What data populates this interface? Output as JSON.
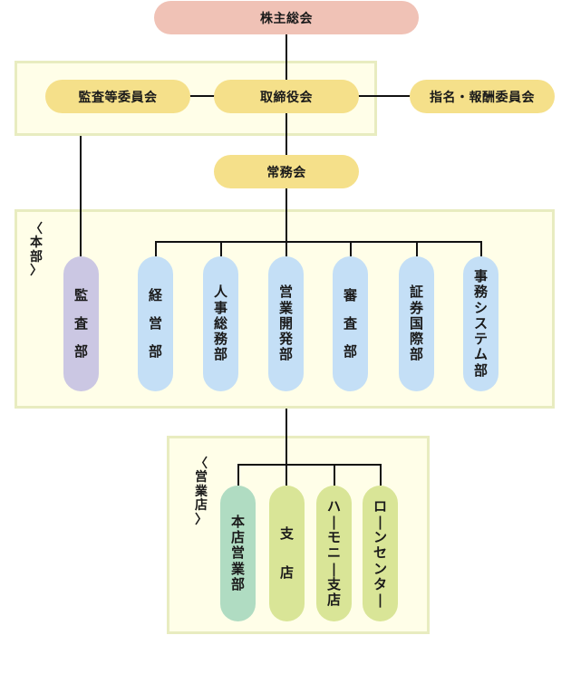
{
  "colors": {
    "shareholders": "#f0c2b6",
    "board_group": "#f5e08a",
    "audit_dept": "#cbc7e3",
    "hq_dept": "#c4dff6",
    "main_branch": "#b0dcc2",
    "branches": "#d9e597",
    "panel_bg": "#fffee8",
    "panel_border": "#e8ecc0"
  },
  "nodes": {
    "shareholders_meeting": "株主総会",
    "audit_committee": "監査等委員会",
    "board_of_directors": "取締役会",
    "nomination_committee": "指名・報酬委員会",
    "executive_committee": "常務会"
  },
  "headquarters": {
    "label": [
      "〈",
      "本",
      "部",
      "〉"
    ],
    "departments": [
      {
        "name": "監査部",
        "chars": [
          "監",
          "査",
          "部"
        ]
      },
      {
        "name": "経営部",
        "chars": [
          "経",
          "営",
          "部"
        ]
      },
      {
        "name": "人事総務部",
        "chars": [
          "人",
          "事",
          "総",
          "務",
          "部"
        ]
      },
      {
        "name": "営業開発部",
        "chars": [
          "営",
          "業",
          "開",
          "発",
          "部"
        ]
      },
      {
        "name": "審査部",
        "chars": [
          "審",
          "査",
          "部"
        ]
      },
      {
        "name": "証券国際部",
        "chars": [
          "証",
          "券",
          "国",
          "際",
          "部"
        ]
      },
      {
        "name": "事務システム部",
        "chars": [
          "事",
          "務",
          "シ",
          "ス",
          "テ",
          "ム",
          "部"
        ]
      }
    ]
  },
  "branches": {
    "label": [
      "〈",
      "営",
      "業",
      "店",
      "〉"
    ],
    "units": [
      {
        "name": "本店営業部",
        "chars": [
          "本",
          "店",
          "営",
          "業",
          "部"
        ]
      },
      {
        "name": "支店",
        "chars": [
          "支",
          "店"
        ]
      },
      {
        "name": "ハーモニー支店",
        "chars": [
          "ハ",
          "ー",
          "モ",
          "ニ",
          "ー",
          "支",
          "店"
        ]
      },
      {
        "name": "ローンセンター",
        "chars": [
          "ロ",
          "ー",
          "ン",
          "セ",
          "ン",
          "タ",
          "ー"
        ]
      }
    ]
  }
}
